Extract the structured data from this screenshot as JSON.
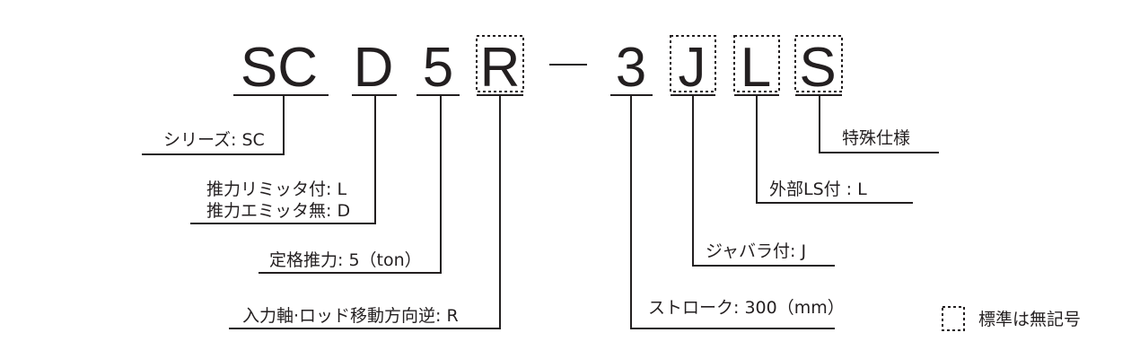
{
  "code": {
    "series": "SC",
    "option_thrust": "D",
    "thrust": "5",
    "direction": "R",
    "hyphen": "–",
    "stroke": "3",
    "bellows": "J",
    "limit_switch": "L",
    "special": "S"
  },
  "labels": {
    "series": "シリーズ: SC",
    "limiter_with": "推力リミッタ付:  L",
    "limiter_without": "推力エミッタ無:  D",
    "rated_thrust": "定格推力: 5（ton）",
    "reverse": "入力軸·ロッド移動方向逆: R",
    "special": "特殊仕様",
    "external_ls": "外部LS付 :  L",
    "bellows": "ジャバラ付: J",
    "stroke": "ストローク: 300（mm）"
  },
  "legend": {
    "text": "標準は無記号"
  }
}
